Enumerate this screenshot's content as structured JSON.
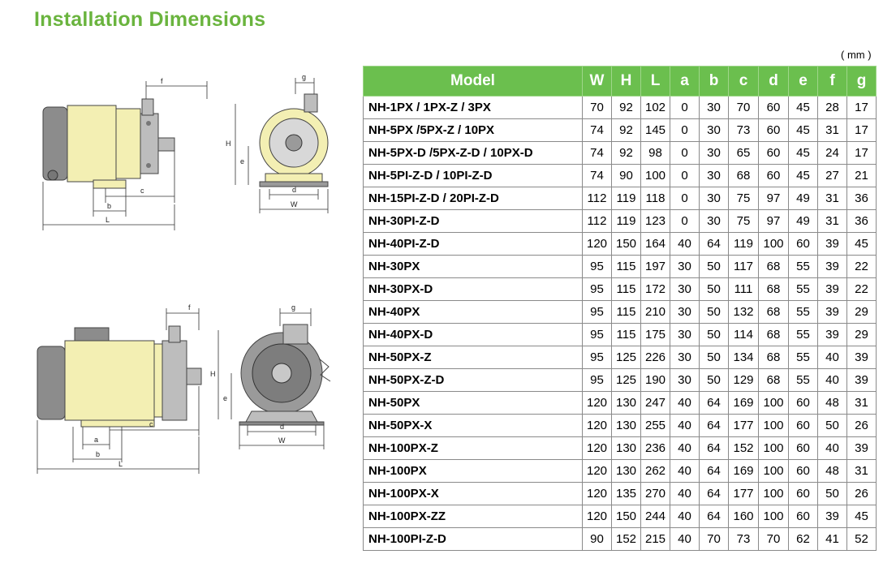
{
  "page": {
    "title": "Installation Dimensions",
    "unit": "( mm )"
  },
  "drawings": {
    "top_side": {
      "f": "f",
      "c": "c",
      "b": "b",
      "L": "L"
    },
    "top_front": {
      "g": "g",
      "H": "H",
      "e": "e",
      "d": "d",
      "W": "W"
    },
    "bottom_side": {
      "f": "f",
      "c": "c",
      "a": "a",
      "b": "b",
      "L": "L"
    },
    "bottom_front": {
      "g": "g",
      "H": "H",
      "e": "e",
      "d": "d",
      "W": "W"
    }
  },
  "table": {
    "headers": [
      "Model",
      "W",
      "H",
      "L",
      "a",
      "b",
      "c",
      "d",
      "e",
      "f",
      "g"
    ],
    "rows": [
      [
        "NH-1PX / 1PX-Z / 3PX",
        "70",
        "92",
        "102",
        "0",
        "30",
        "70",
        "60",
        "45",
        "28",
        "17"
      ],
      [
        "NH-5PX /5PX-Z / 10PX",
        "74",
        "92",
        "145",
        "0",
        "30",
        "73",
        "60",
        "45",
        "31",
        "17"
      ],
      [
        "NH-5PX-D /5PX-Z-D / 10PX-D",
        "74",
        "92",
        "98",
        "0",
        "30",
        "65",
        "60",
        "45",
        "24",
        "17"
      ],
      [
        "NH-5PI-Z-D / 10PI-Z-D",
        "74",
        "90",
        "100",
        "0",
        "30",
        "68",
        "60",
        "45",
        "27",
        "21"
      ],
      [
        "NH-15PI-Z-D / 20PI-Z-D",
        "112",
        "119",
        "118",
        "0",
        "30",
        "75",
        "97",
        "49",
        "31",
        "36"
      ],
      [
        "NH-30PI-Z-D",
        "112",
        "119",
        "123",
        "0",
        "30",
        "75",
        "97",
        "49",
        "31",
        "36"
      ],
      [
        "NH-40PI-Z-D",
        "120",
        "150",
        "164",
        "40",
        "64",
        "119",
        "100",
        "60",
        "39",
        "45"
      ],
      [
        "NH-30PX",
        "95",
        "115",
        "197",
        "30",
        "50",
        "117",
        "68",
        "55",
        "39",
        "22"
      ],
      [
        "NH-30PX-D",
        "95",
        "115",
        "172",
        "30",
        "50",
        "111",
        "68",
        "55",
        "39",
        "22"
      ],
      [
        "NH-40PX",
        "95",
        "115",
        "210",
        "30",
        "50",
        "132",
        "68",
        "55",
        "39",
        "29"
      ],
      [
        "NH-40PX-D",
        "95",
        "115",
        "175",
        "30",
        "50",
        "114",
        "68",
        "55",
        "39",
        "29"
      ],
      [
        "NH-50PX-Z",
        "95",
        "125",
        "226",
        "30",
        "50",
        "134",
        "68",
        "55",
        "40",
        "39"
      ],
      [
        "NH-50PX-Z-D",
        "95",
        "125",
        "190",
        "30",
        "50",
        "129",
        "68",
        "55",
        "40",
        "39"
      ],
      [
        "NH-50PX",
        "120",
        "130",
        "247",
        "40",
        "64",
        "169",
        "100",
        "60",
        "48",
        "31"
      ],
      [
        "NH-50PX-X",
        "120",
        "130",
        "255",
        "40",
        "64",
        "177",
        "100",
        "60",
        "50",
        "26"
      ],
      [
        "NH-100PX-Z",
        "120",
        "130",
        "236",
        "40",
        "64",
        "152",
        "100",
        "60",
        "40",
        "39"
      ],
      [
        "NH-100PX",
        "120",
        "130",
        "262",
        "40",
        "64",
        "169",
        "100",
        "60",
        "48",
        "31"
      ],
      [
        "NH-100PX-X",
        "120",
        "135",
        "270",
        "40",
        "64",
        "177",
        "100",
        "60",
        "50",
        "26"
      ],
      [
        "NH-100PX-ZZ",
        "120",
        "150",
        "244",
        "40",
        "64",
        "160",
        "100",
        "60",
        "39",
        "45"
      ],
      [
        "NH-100PI-Z-D",
        "90",
        "152",
        "215",
        "40",
        "70",
        "73",
        "70",
        "62",
        "41",
        "52"
      ]
    ]
  },
  "colors": {
    "title": "#6ab43e",
    "header_bg": "#6bbf4e",
    "pump_body": "#f3efb3",
    "motor_gray": "#8c8c8c"
  }
}
